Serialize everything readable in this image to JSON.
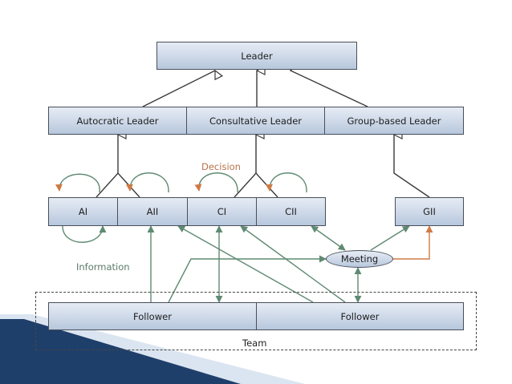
{
  "diagram": {
    "leader": "Leader",
    "styles": {
      "autocratic": "Autocratic Leader",
      "consultative": "Consultative Leader",
      "group": "Group-based Leader"
    },
    "variants": {
      "ai": "AI",
      "aii": "AII",
      "ci": "CI",
      "cii": "CII",
      "gii": "GII"
    },
    "meeting": "Meeting",
    "followers": [
      "Follower",
      "Follower"
    ],
    "team": "Team",
    "annotations": {
      "decision": "Decision",
      "information": "Information"
    },
    "colors": {
      "box_fill": "#cdd8e8",
      "box_border": "#4a4f58",
      "information_arrow": "#5f8a72",
      "decision_arrow": "#d07a45",
      "loop_stroke": "#5f8a72",
      "inheritance_line": "#3a3a3a",
      "decision_text": "#b7734a",
      "information_text": "#5a7a6a",
      "corner_shape": "#1f3f6b"
    }
  }
}
